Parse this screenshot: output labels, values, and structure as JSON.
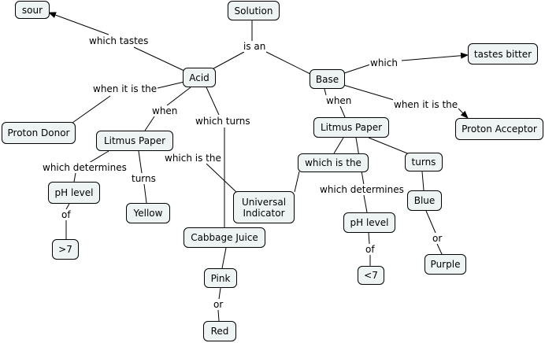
{
  "concepts": {
    "solution": "Solution",
    "sour": "sour",
    "acid": "Acid",
    "base": "Base",
    "tastes_bitter": "tastes bitter",
    "proton_donor": "Proton Donor",
    "proton_acceptor": "Proton Acceptor",
    "litmus_paper_acid": "Litmus Paper",
    "litmus_paper_base": "Litmus Paper",
    "which_is_the_box": "which is the",
    "turns_box": "turns",
    "ph_level_acid": "pH level",
    "ph_level_base": "pH level",
    "yellow": "Yellow",
    "universal_indicator_line1": "Universal",
    "universal_indicator_line2": "Indicator",
    "cabbage_juice": "Cabbage Juice",
    "gt7": ">7",
    "lt7": "<7",
    "blue": "Blue",
    "purple": "Purple",
    "pink": "Pink",
    "red": "Red"
  },
  "links": {
    "is_an": "is an",
    "which_tastes": "which tastes",
    "which": "which",
    "when_it_is_the_acid": "when it is the",
    "when_it_is_the_base": "when it is the",
    "when_acid": "when",
    "when_base": "when",
    "which_turns": "which turns",
    "which_determines_acid": "which determines",
    "which_determines_base": "which determines",
    "turns_acid": "turns",
    "which_is_the_acid": "which is the",
    "of_acid": "of",
    "of_base": "of",
    "or_blue_purple": "or",
    "or_pink_red": "or"
  }
}
